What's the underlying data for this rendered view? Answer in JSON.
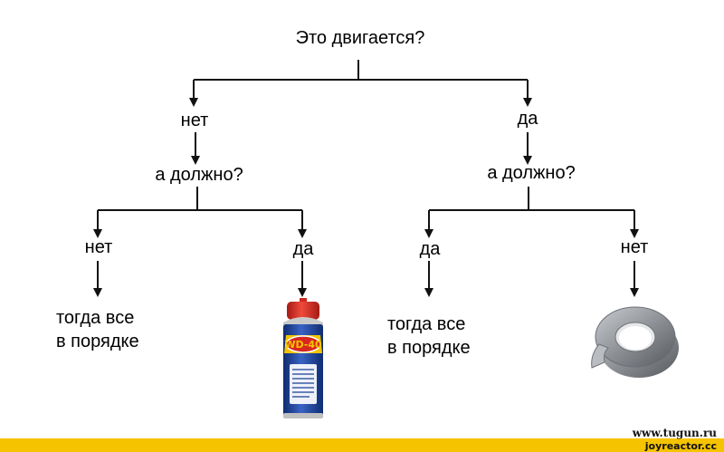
{
  "diagram": {
    "question_moves": "Это двигается?",
    "no_1": "нет",
    "yes_1": "да",
    "should_left": "а должно?",
    "should_right": "а должно?",
    "no_no": "нет",
    "no_yes": "да",
    "yes_yes": "да",
    "yes_no": "нет",
    "result_ok_left": "тогда все\nв порядке",
    "result_ok_right": "тогда все\nв порядке",
    "wd40_brand": "WD-40"
  },
  "watermarks": {
    "site": "www.tugun.ru",
    "source": "joyreactor.cc"
  },
  "colors": {
    "footer_bar": "#f6c300",
    "wd40_blue": "#1b3f94",
    "wd40_yellow": "#f5c400",
    "wd40_red": "#d8271e",
    "tape_gray": "#8e9196"
  }
}
